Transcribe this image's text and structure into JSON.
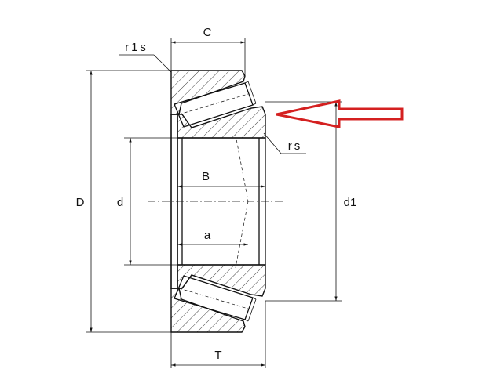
{
  "labels": {
    "C": "C",
    "r1s": "r1s",
    "rs": "rs",
    "D": "D",
    "d": "d",
    "B": "B",
    "a": "a",
    "d1": "d1",
    "T": "T"
  },
  "colors": {
    "line": "#111111",
    "arrow": "#d42020",
    "background": "#ffffff"
  }
}
